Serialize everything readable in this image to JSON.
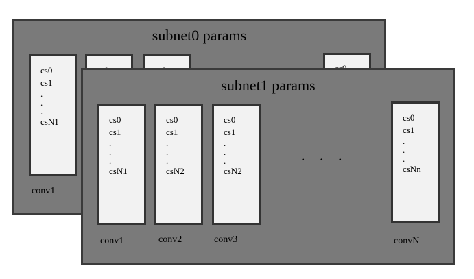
{
  "back_panel": {
    "title": "subnet0 params",
    "boxes": [
      {
        "lines": [
          "cs0",
          "cs1",
          ".",
          ".",
          ".",
          "csN1"
        ],
        "label": "conv1"
      },
      {
        "lines": [
          "cs0"
        ]
      },
      {
        "lines": [
          "cs0"
        ]
      },
      {
        "lines": [
          "cs0"
        ]
      }
    ]
  },
  "front_panel": {
    "title": "subnet1 params",
    "boxes": [
      {
        "lines": [
          "cs0",
          "cs1",
          ".",
          ".",
          ".",
          "csN1"
        ],
        "label": "conv1"
      },
      {
        "lines": [
          "cs0",
          "cs1",
          ".",
          ".",
          ".",
          "csN2"
        ],
        "label": "conv2"
      },
      {
        "lines": [
          "cs0",
          "cs1",
          ".",
          ".",
          ".",
          "csN2"
        ],
        "label": "conv3"
      },
      {
        "lines": [
          "cs0",
          "cs1",
          ".",
          ".",
          ".",
          "csNn"
        ],
        "label": "convN"
      }
    ],
    "ellipsis": ". . ."
  }
}
